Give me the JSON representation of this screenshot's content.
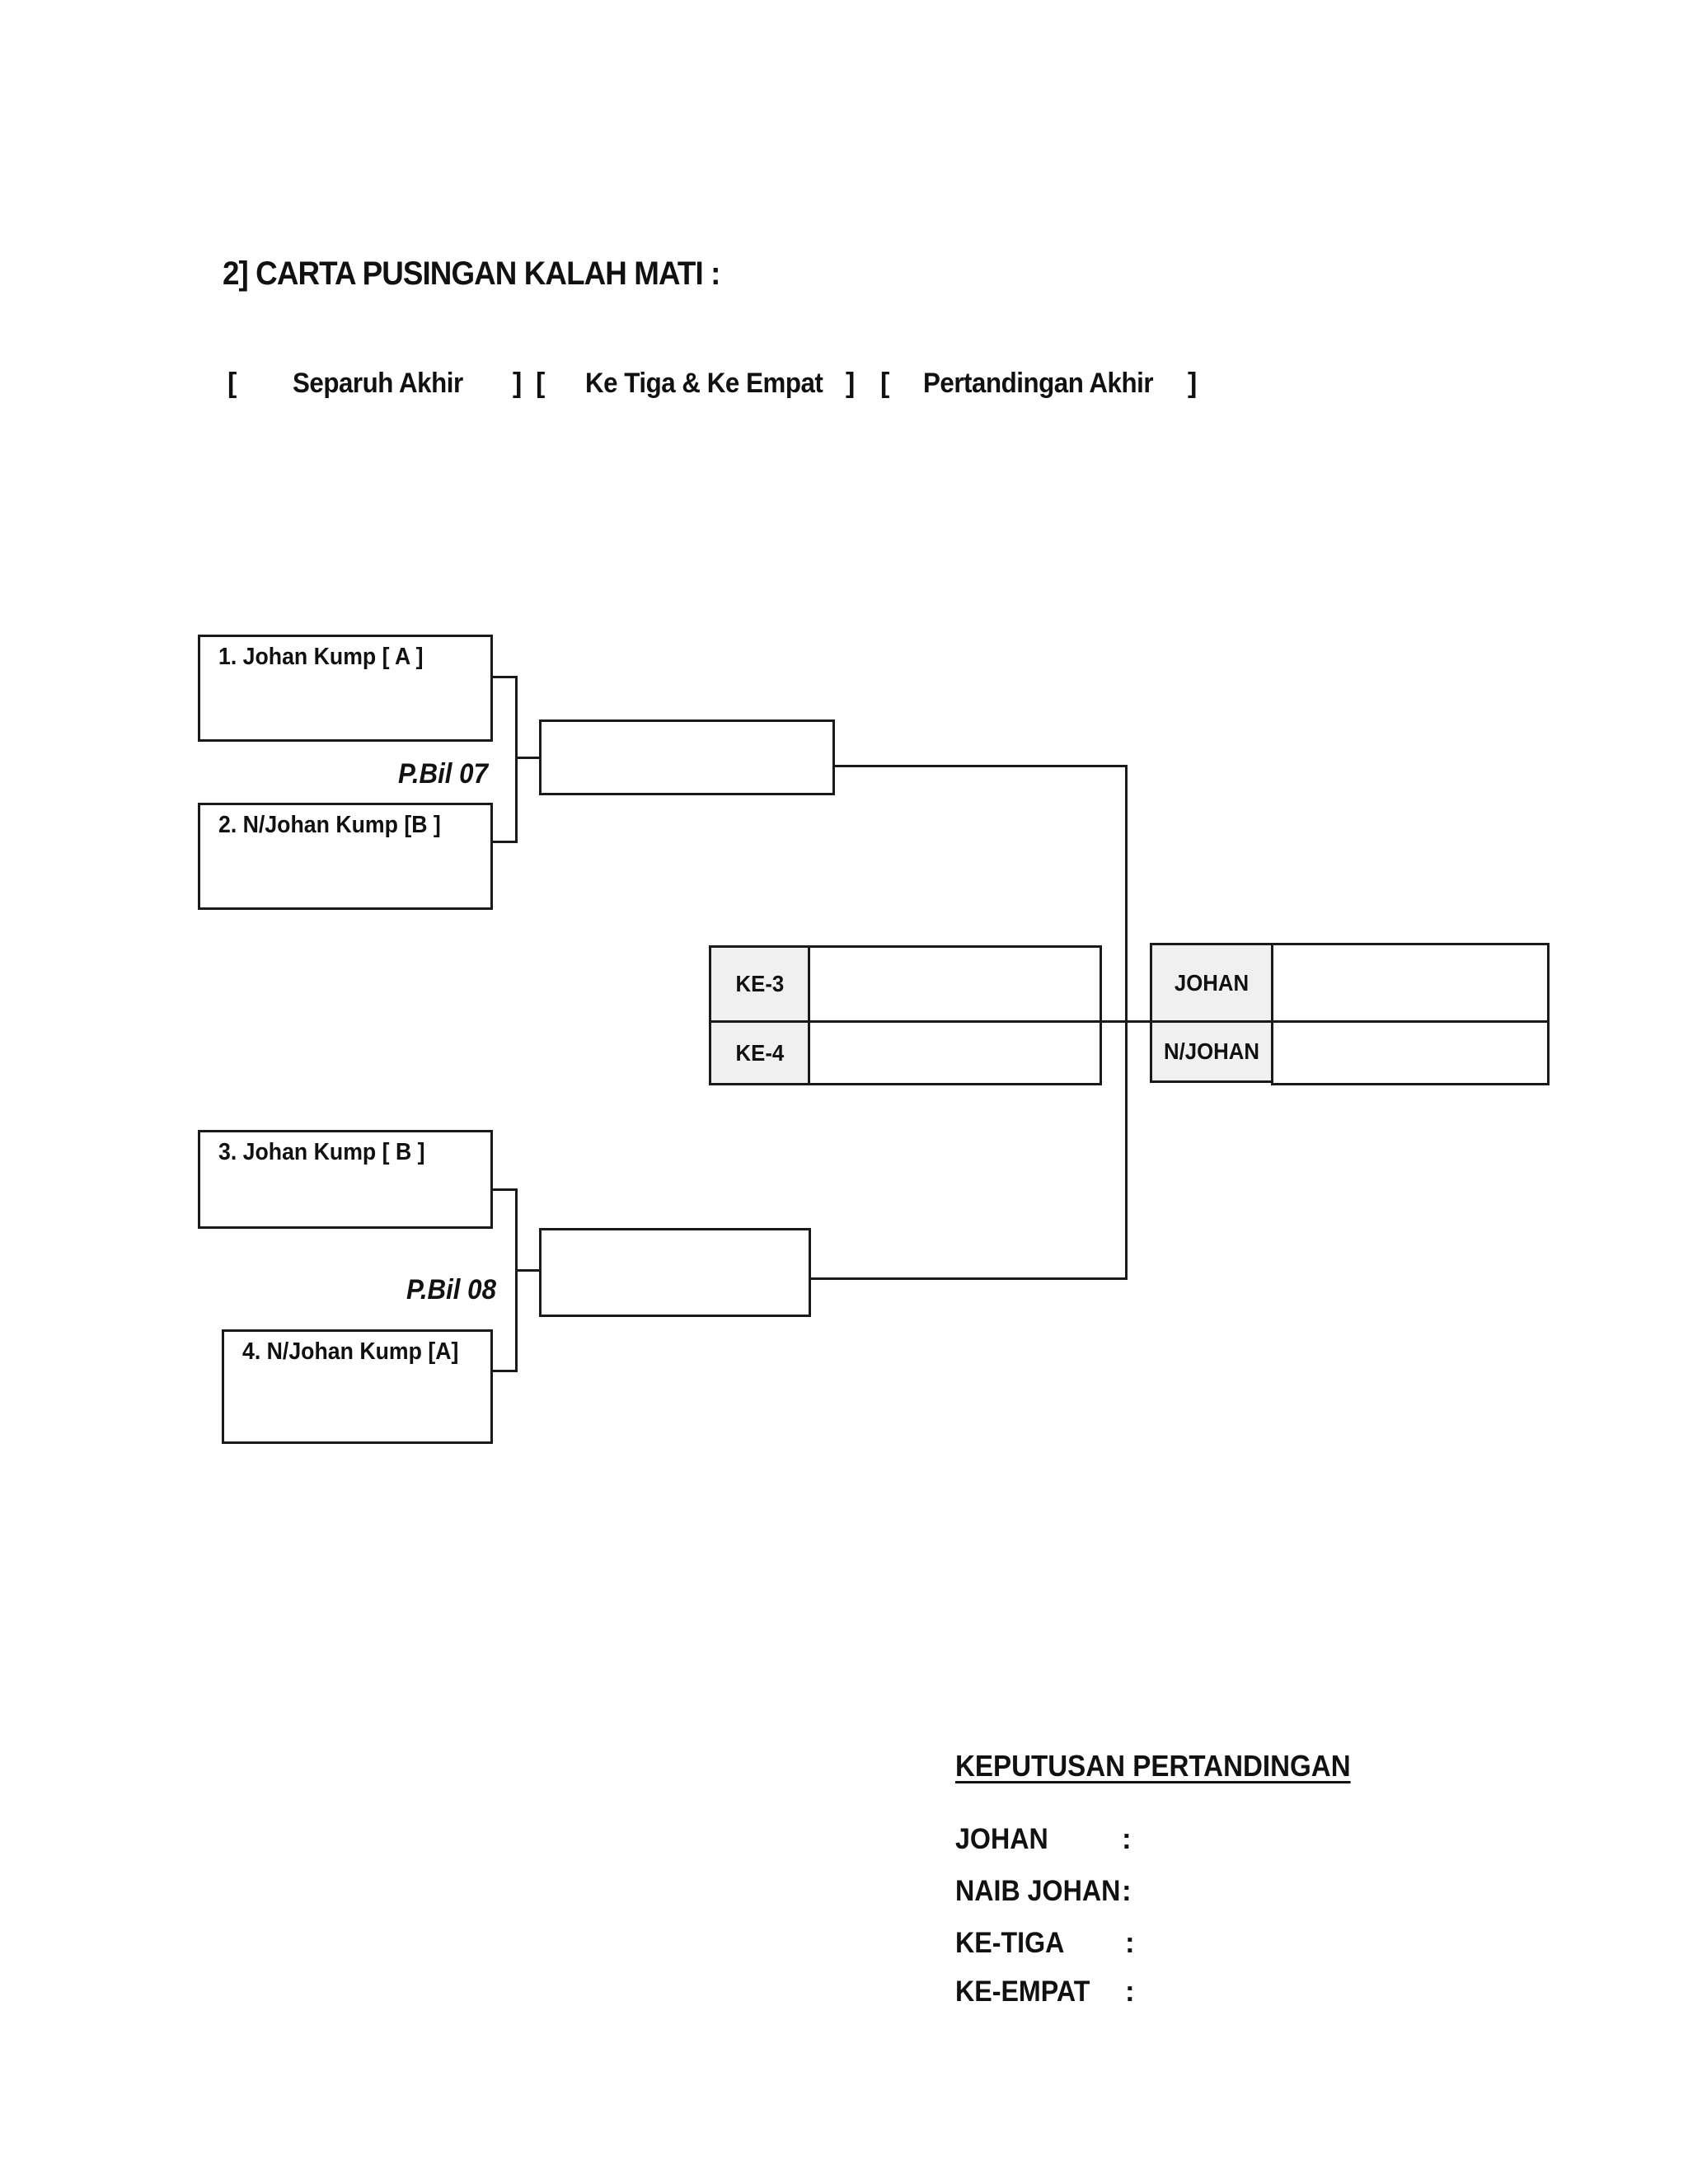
{
  "heading": "2] CARTA PUSINGAN KALAH MATI :",
  "stages": {
    "bracket": "[",
    "bracket_close": "]",
    "semi": "Separuh Akhir",
    "third_fourth": "Ke Tiga & Ke Empat",
    "final": "Pertandingan Akhir"
  },
  "bracket": {
    "team1": "1. Johan Kump [ A ]",
    "team2": "2. N/Johan Kump [B ]",
    "team3": "3. Johan Kump [ B ]",
    "team4": "4. N/Johan Kump [A]",
    "match_top": "P.Bil 07",
    "match_bottom": "P.Bil 08"
  },
  "placings": {
    "third": "KE-3",
    "fourth": "KE-4",
    "champion": "JOHAN",
    "runner_up": "N/JOHAN"
  },
  "results": {
    "title": "KEPUTUSAN PERTANDINGAN",
    "colon": ":",
    "rows": [
      "JOHAN",
      "NAIB JOHAN",
      "KE-TIGA",
      "KE-EMPAT"
    ]
  }
}
